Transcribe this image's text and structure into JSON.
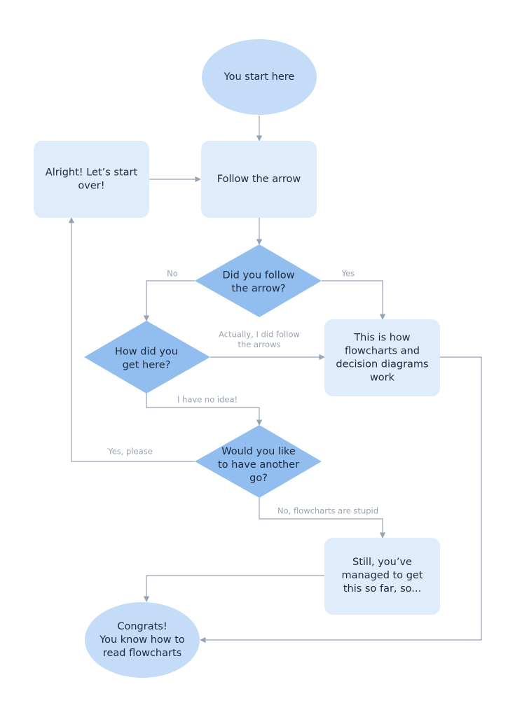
{
  "colors": {
    "ellipse_fill": "#c4dcf7",
    "box_fill": "#deecfb",
    "diamond_fill": "#92bdef",
    "edge": "#97a2b4",
    "edge_label": "#97a2b4",
    "node_text": "#1c2a3e"
  },
  "nodes": {
    "start": {
      "lines": [
        "You start here"
      ]
    },
    "restart": {
      "lines": [
        "Alright! Let’s start",
        "over!"
      ]
    },
    "follow": {
      "lines": [
        "Follow the arrow"
      ]
    },
    "did_follow": {
      "lines": [
        "Did you follow",
        "the arrow?"
      ]
    },
    "how_here": {
      "lines": [
        "How did you",
        "get here?"
      ]
    },
    "how_works": {
      "lines": [
        "This is how",
        "flowcharts and",
        "decision diagrams",
        "work"
      ]
    },
    "another_go": {
      "lines": [
        "Would you like",
        "to have another",
        "go?"
      ]
    },
    "still": {
      "lines": [
        "Still, you’ve",
        "managed to get",
        "this so far, so..."
      ]
    },
    "congrats": {
      "lines": [
        "Congrats!",
        "You know how to",
        "read flowcharts"
      ]
    }
  },
  "edges": {
    "no": {
      "lines": [
        "No"
      ]
    },
    "yes": {
      "lines": [
        "Yes"
      ]
    },
    "actually": {
      "lines": [
        "Actually, I did follow",
        "the arrows"
      ]
    },
    "no_idea": {
      "lines": [
        "I have no idea!"
      ]
    },
    "yes_please": {
      "lines": [
        "Yes, please"
      ]
    },
    "stupid": {
      "lines": [
        "No, flowcharts are stupid"
      ]
    }
  }
}
